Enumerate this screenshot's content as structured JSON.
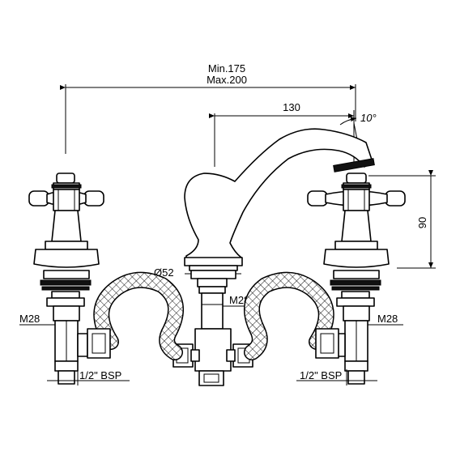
{
  "dimensions": {
    "span_min": "Min.175",
    "span_max": "Max.200",
    "spout_reach": "130",
    "spout_angle": "10°",
    "height": "90",
    "base_diameter": "Ø52",
    "thread_center": "M28",
    "thread_left": "M28",
    "thread_right": "M28",
    "bsp_left": "1/2\" BSP",
    "bsp_right": "1/2\" BSP"
  },
  "colors": {
    "line": "#000000",
    "background": "#ffffff"
  }
}
